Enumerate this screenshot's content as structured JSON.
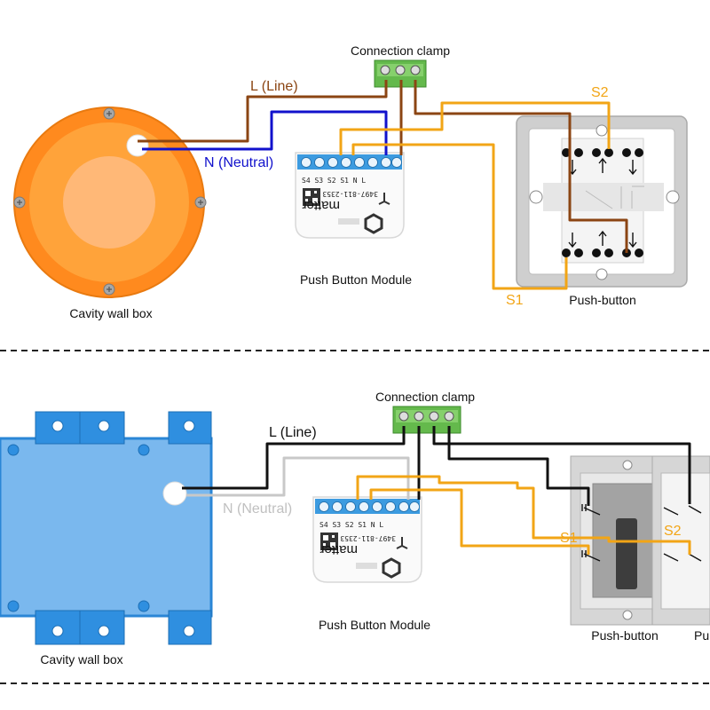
{
  "colors": {
    "line_brown": "#8b4513",
    "neutral_blue": "#1111cc",
    "switch_orange": "#f2a516",
    "line_black": "#111111",
    "neutral_gray": "#c8c8c8",
    "clamp_green": "#5cb85c",
    "module_blue": "#2f8fd0",
    "round_box_orange": "#ff8a1e",
    "square_box_blue": "#7ab8ee"
  },
  "top": {
    "clamp_label": "Connection clamp",
    "line_label": "L (Line)",
    "neutral_label": "N (Neutral)",
    "s1_label": "S1",
    "s2_label": "S2",
    "module_label": "Push Button Module",
    "box_label": "Cavity wall box",
    "button_label": "Push-button"
  },
  "bottom": {
    "clamp_label": "Connection clamp",
    "line_label": "L (Line)",
    "neutral_label": "N (Neutral)",
    "s1_label": "S1",
    "s2_label": "S2",
    "module_label": "Push Button Module",
    "box_label": "Cavity wall box",
    "button1_label": "Push-button",
    "button2_label": "Pu"
  },
  "module": {
    "terminals": "L  N  S1 S2 S3 S4",
    "code": "3497-811-2353",
    "brand": "matter"
  }
}
